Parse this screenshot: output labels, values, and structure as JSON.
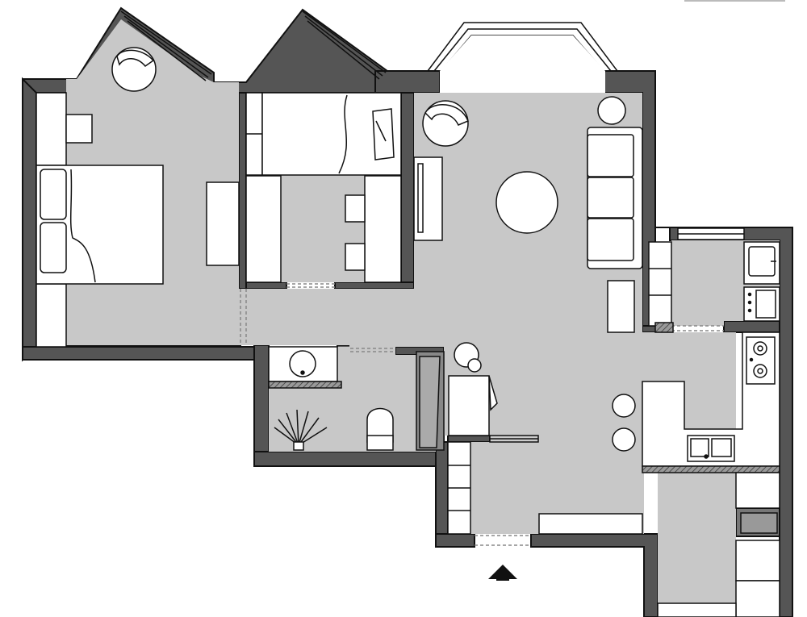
{
  "plan": {
    "colors": {
      "floor": "#c8c8c8",
      "wall": "#555555",
      "outline": "#111111",
      "furniture": "#ffffff",
      "hatch": "#777777",
      "background": "#ffffff"
    },
    "rooms": [
      "master-bedroom",
      "second-bedroom",
      "living-room",
      "bathroom",
      "kitchen",
      "utility",
      "hallway"
    ],
    "icons": [
      "entrance-arrow-icon",
      "armchair-icon",
      "shower-icon",
      "toilet-icon",
      "stove-icon",
      "sink-icon",
      "bed-icon",
      "sofa-icon",
      "round-table-icon"
    ]
  }
}
